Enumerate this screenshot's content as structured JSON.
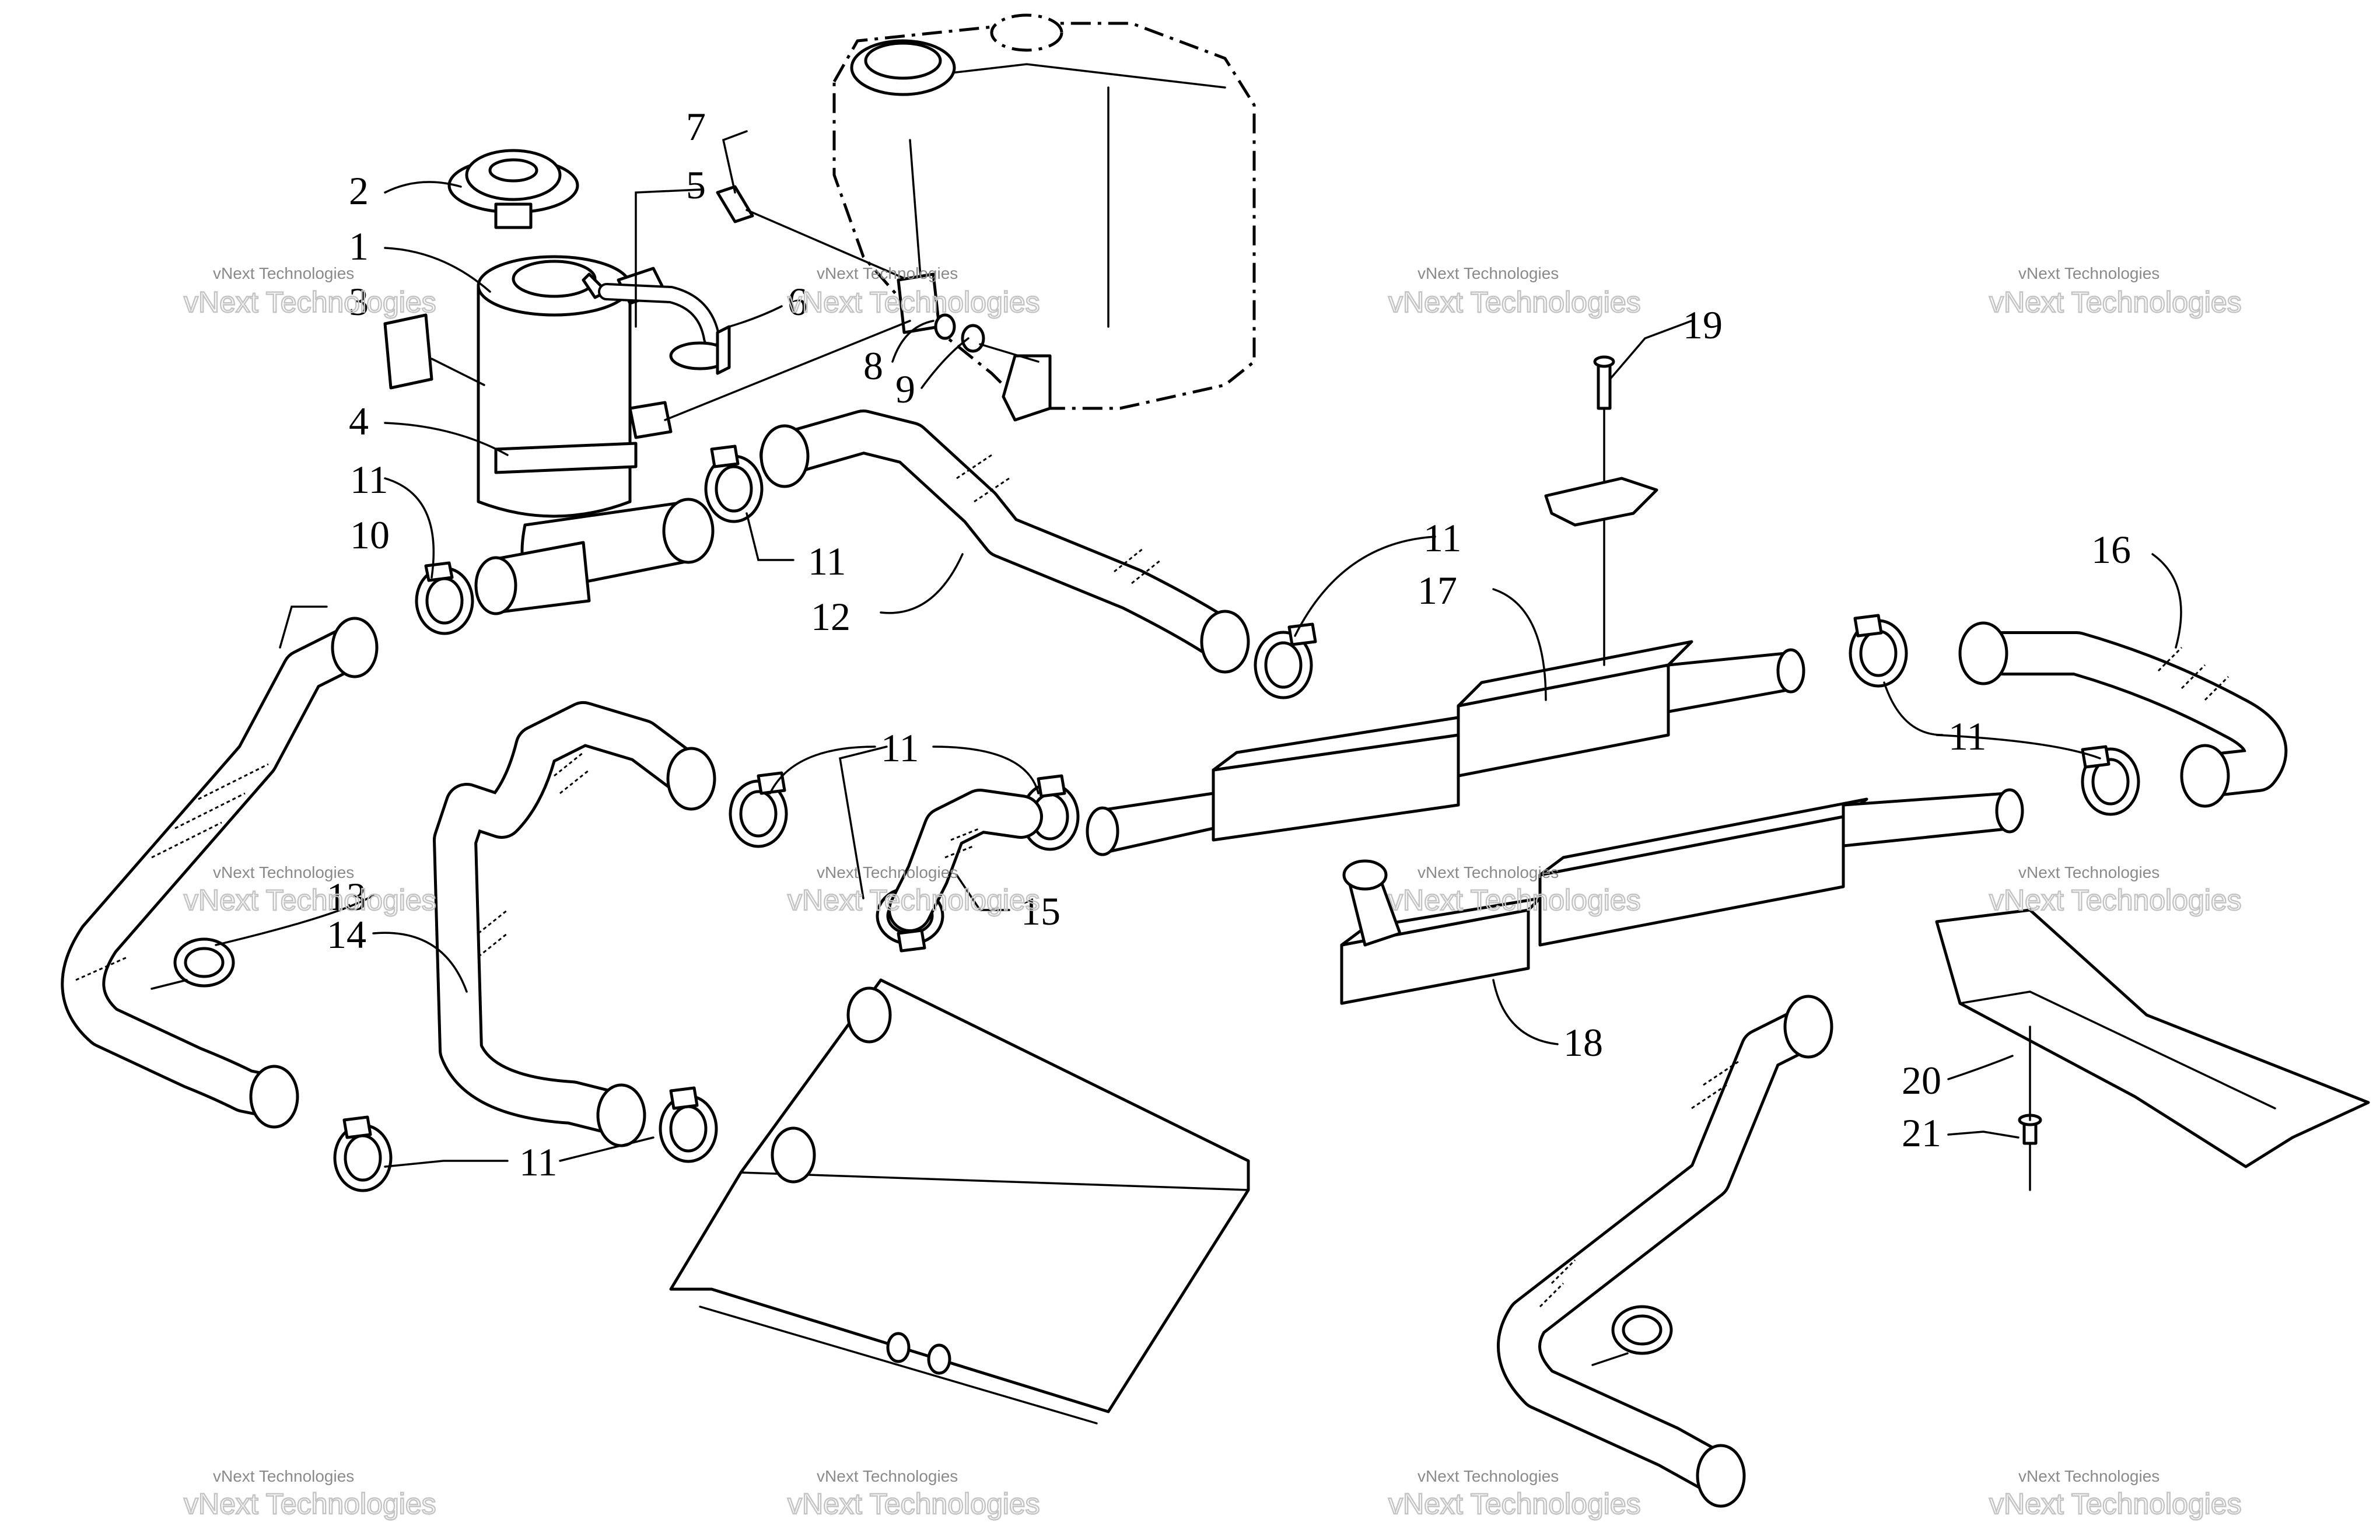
{
  "diagram": {
    "callouts": [
      {
        "id": "c1",
        "text": "1"
      },
      {
        "id": "c2",
        "text": "2"
      },
      {
        "id": "c3",
        "text": "3"
      },
      {
        "id": "c4",
        "text": "4"
      },
      {
        "id": "c5",
        "text": "5"
      },
      {
        "id": "c6",
        "text": "6"
      },
      {
        "id": "c7",
        "text": "7"
      },
      {
        "id": "c8",
        "text": "8"
      },
      {
        "id": "c9",
        "text": "9"
      },
      {
        "id": "c10",
        "text": "10"
      },
      {
        "id": "c11a",
        "text": "11"
      },
      {
        "id": "c11b",
        "text": "11"
      },
      {
        "id": "c11c",
        "text": "11"
      },
      {
        "id": "c11d",
        "text": "11"
      },
      {
        "id": "c11e",
        "text": "11"
      },
      {
        "id": "c11f",
        "text": "11"
      },
      {
        "id": "c12",
        "text": "12"
      },
      {
        "id": "c13",
        "text": "13"
      },
      {
        "id": "c14",
        "text": "14"
      },
      {
        "id": "c15",
        "text": "15"
      },
      {
        "id": "c16",
        "text": "16"
      },
      {
        "id": "c17",
        "text": "17"
      },
      {
        "id": "c18",
        "text": "18"
      },
      {
        "id": "c19",
        "text": "19"
      },
      {
        "id": "c20",
        "text": "20"
      },
      {
        "id": "c21",
        "text": "21"
      }
    ],
    "watermark_line1": "vNext Technologies",
    "watermark_line2": "vNext Technologies"
  }
}
